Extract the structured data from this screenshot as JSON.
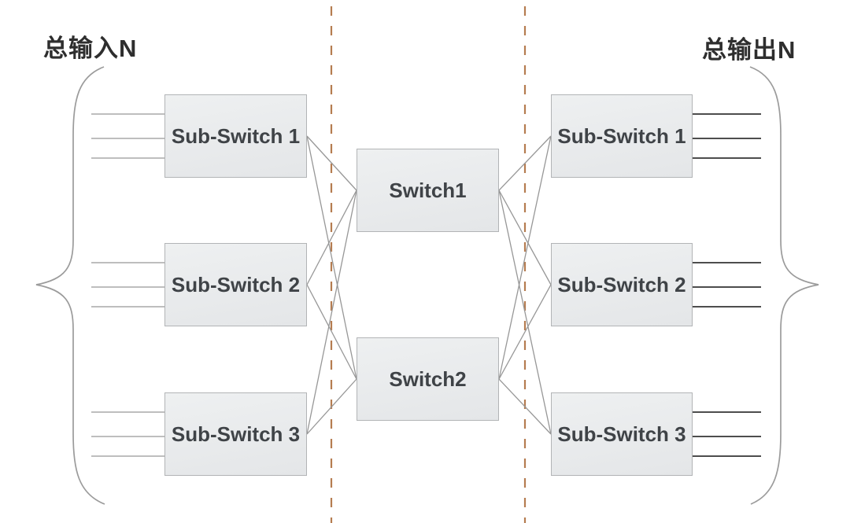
{
  "annotations": {
    "input_total": "总输入N",
    "output_total": "总输出N"
  },
  "nodes": {
    "left": [
      "Sub-Switch 1",
      "Sub-Switch 2",
      "Sub-Switch 3"
    ],
    "middle": [
      "Switch1",
      "Switch2"
    ],
    "right": [
      "Sub-Switch 1",
      "Sub-Switch 2",
      "Sub-Switch 3"
    ]
  },
  "structure": {
    "trunk_lines_per_subswitch": 3,
    "connections_left_to_middle": 6,
    "connections_middle_to_right": 6,
    "stage_dividers": 2
  },
  "colors": {
    "divider": "#b57c50",
    "connector": "#979797",
    "brace": "#9b9b9b",
    "input-line": "#a8a8a8",
    "output-line": "#4d4d4d",
    "node-border": "#b2b4b6",
    "node-fill-top": "#eef0f1",
    "node-fill-bottom": "#e4e6e8",
    "node-text": "#3f4347",
    "label-text": "#2e2e2e",
    "bg": "#ffffff"
  }
}
